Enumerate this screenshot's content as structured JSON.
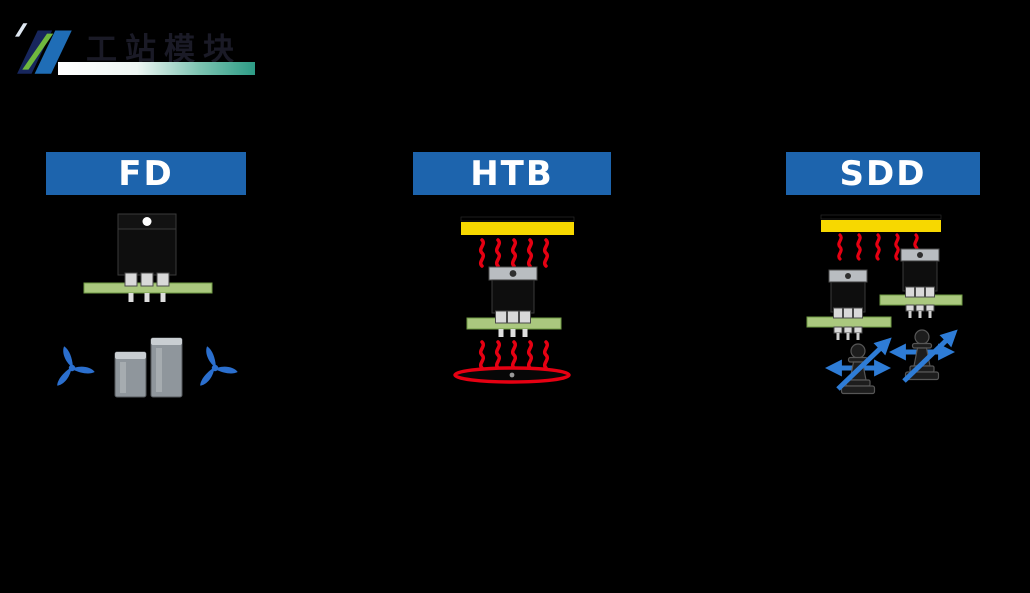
{
  "slide": {
    "title": "工站模块"
  },
  "modules": [
    {
      "label": "FD",
      "icons": [
        "to220-transistor-icon",
        "pcb-board-icon",
        "capacitor-icon",
        "cooling-fan-icon"
      ]
    },
    {
      "label": "HTB",
      "icons": [
        "top-heater-icon",
        "heat-wave-icon",
        "to220-transistor-icon",
        "pcb-board-icon",
        "hot-plate-icon"
      ]
    },
    {
      "label": "SDD",
      "icons": [
        "top-heater-icon",
        "heat-wave-icon",
        "to220-transistor-icon",
        "pcb-board-icon",
        "pick-nozzle-icon",
        "motion-arrow-icon"
      ]
    }
  ],
  "colors": {
    "background": "#000000",
    "header_bar_blue": "#1d64ad",
    "header_text": "#ffffff",
    "pcb_green": "#aac87e",
    "heater_yellow": "#f7d800",
    "heat_red": "#e60012",
    "arrow_blue": "#2e7cd6",
    "fan_blue": "#2b6fce",
    "title_text": "#1a1a26",
    "underline_gradient_start": "#ffffff",
    "underline_gradient_end": "#2d9c86"
  }
}
